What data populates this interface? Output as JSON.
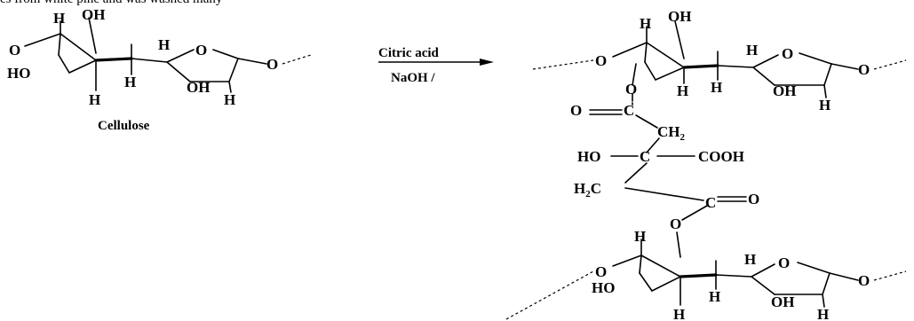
{
  "page": {
    "top_snippet": "es from white pine and was washed many"
  },
  "reactant": {
    "name_label": "Cellulose",
    "atoms": {
      "h_top1": "H",
      "oh_top": "OH",
      "o_left": "O",
      "h_top2": "H",
      "o_ring": "O",
      "ho_left": "HO",
      "h_mid": "H",
      "oh_right": "OH",
      "o_link": "O",
      "h_bottom1": "H",
      "h_bottom2": "H"
    }
  },
  "reaction": {
    "reagent_top": "Citric acid",
    "reagent_bottom": "NaOH /"
  },
  "product": {
    "top_unit": {
      "h_top1": "H",
      "oh_top": "OH",
      "o_left": "O",
      "h_top2": "H",
      "o_ring": "O",
      "o_ester": "O",
      "h_mid1": "H",
      "h_mid2": "H",
      "oh_right": "OH",
      "o_link": "O",
      "h_bottom": "H"
    },
    "citrate": {
      "o_carbonyl1": "O",
      "c_carbonyl1": "C",
      "ch2_top": "CH",
      "ch2_top_sub": "2",
      "ho": "HO",
      "c_central": "C",
      "cooh": "COOH",
      "h2c": "H",
      "h2c_sub": "2",
      "h2c_c": "C",
      "c_carbonyl2": "C",
      "o_carbonyl2": "O",
      "o_ester2": "O"
    },
    "bottom_unit": {
      "h_top1": "H",
      "h_top2": "H",
      "o_ring": "O",
      "o_left": "O",
      "ho_left": "HO",
      "h_mid": "H",
      "oh_right": "OH",
      "o_link": "O",
      "h_bottom1": "H",
      "h_bottom2": "H"
    }
  }
}
